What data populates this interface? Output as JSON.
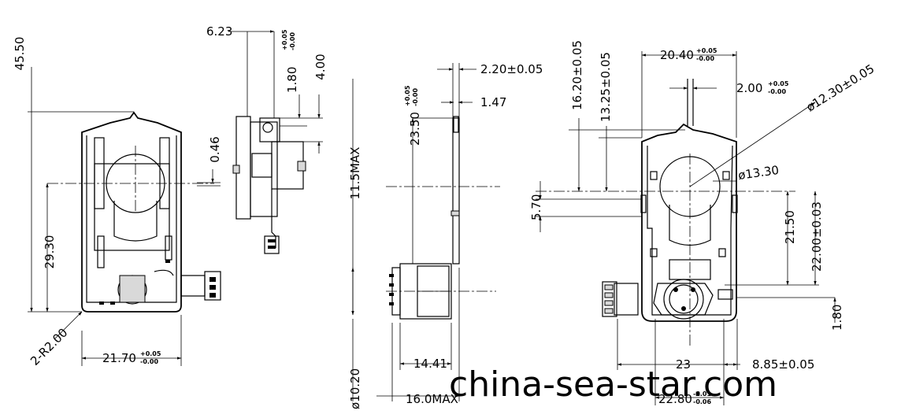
{
  "dimensions": {
    "total_height": "45.50",
    "side_offset": "6.23",
    "side_top_main": "1.80",
    "side_top_tol_plus": "+0.05",
    "side_top_tol_minus": "-0.00",
    "side_top_4": "4.00",
    "shaft_offset": "0.46",
    "center_height": "29.30",
    "corner_radius": "2-R2.00",
    "front_width_main": "21.70",
    "front_width_tol_plus": "+0.05",
    "front_width_tol_minus": "-0.00",
    "tip_width": "2.20±0.05",
    "tip_step": "1.47",
    "side_height_main": "23.50",
    "side_height_tol_plus": "+0.05",
    "side_height_tol_minus": "-0.00",
    "max_height": "11.5MAX",
    "motor_dia": "ø10.20",
    "motor_len": "14.41",
    "max_len": "16.0MAX",
    "rear_h1": "16.20±0.05",
    "rear_h2": "13.25±0.05",
    "rear_top_main": "20.40",
    "rear_top_tol_plus": "+0.05",
    "rear_top_tol_minus": "-0.00",
    "rear_tab_main": "2.00",
    "rear_tab_tol_plus": "+0.05",
    "rear_tab_tol_minus": "-0.00",
    "bore_dia": "ø12.30±0.05",
    "hub_dia": "ø13.30",
    "slot_h": "5.70",
    "rear_h3": "21.50",
    "rear_h4": "22.00±0.03",
    "rear_bot": "1.80",
    "rear_w1": "23",
    "rear_w2": "8.85±0.05",
    "rear_w3_main": "22.80",
    "rear_w3_tol_plus": "-0.01",
    "rear_w3_tol_minus": "-0.06"
  },
  "watermark": "china-sea-star.com"
}
